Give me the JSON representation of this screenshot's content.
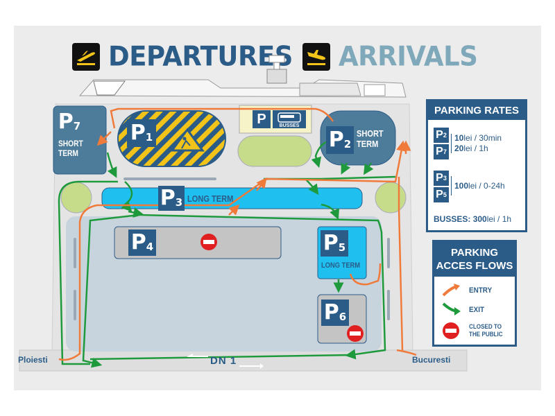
{
  "header": {
    "departures": "DEPARTURES",
    "arrivals": "ARRIVALS",
    "departures_color": "#2b5c88",
    "arrivals_color": "#7fa9ba",
    "departures_icon": "plane-takeoff-icon",
    "arrivals_icon": "plane-landing-icon"
  },
  "lots": {
    "p1": {
      "letter": "P",
      "num": "1"
    },
    "p2": {
      "letter": "P",
      "num": "2",
      "label_line1": "SHORT",
      "label_line2": "TERM"
    },
    "p3": {
      "letter": "P",
      "num": "3",
      "label": "LONG TERM"
    },
    "p4": {
      "letter": "P",
      "num": "4"
    },
    "p5": {
      "letter": "P",
      "num": "5",
      "label": "LONG TERM"
    },
    "p6": {
      "letter": "P",
      "num": "6"
    },
    "p7": {
      "letter": "P",
      "num": "7",
      "label_line1": "SHORT",
      "label_line2": "TERM"
    },
    "busses": {
      "letter": "P",
      "label": "BUSSES"
    }
  },
  "roads": {
    "left_city": "Ploiesti",
    "right_city": "Bucuresti",
    "highway": "DN 1"
  },
  "rates": {
    "title": "PARKING RATES",
    "group1": {
      "lots": [
        {
          "letter": "P",
          "num": "2"
        },
        {
          "letter": "P",
          "num": "7"
        }
      ],
      "line1_bold": "10",
      "line1_rest": "lei / 30min",
      "line2_bold": "20",
      "line2_rest": "lei / 1h"
    },
    "group2": {
      "lots": [
        {
          "letter": "P",
          "num": "3"
        },
        {
          "letter": "P",
          "num": "5"
        }
      ],
      "line1_bold": "100",
      "line1_rest": "lei / 0-24h"
    },
    "busses_label": "BUSSES:",
    "busses_bold": "300",
    "busses_rest": "lei / 1h"
  },
  "flows": {
    "title_line1": "PARKING",
    "title_line2": "ACCES FLOWS",
    "entry": "ENTRY",
    "exit": "EXIT",
    "closed_line1": "CLOSED TO",
    "closed_line2": "THE PUBLIC",
    "entry_color": "#f07a3a",
    "exit_color": "#1e9a3c",
    "closed_color": "#e02020"
  },
  "colors": {
    "dark_blue": "#2b5c88",
    "cyan": "#1fc0f0",
    "lot_gray": "#c8d4dd",
    "tree_green": "#c6dc8a",
    "hazard_yellow": "#f2c318"
  }
}
